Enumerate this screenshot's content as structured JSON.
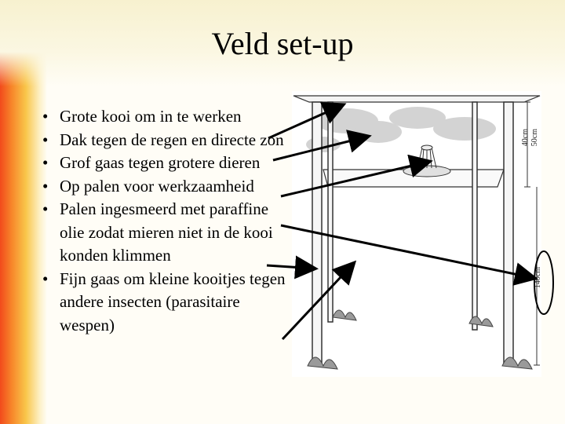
{
  "slide": {
    "title": "Veld set-up",
    "bullets": [
      "Grote kooi om in te werken",
      "Dak tegen de regen en directe zon",
      "Grof gaas tegen grotere dieren",
      "Op palen voor werkzaamheid",
      "Palen ingesmeerd met paraffine olie zodat mieren niet in de kooi konden klimmen",
      "Fijn gaas om kleine kooitjes tegen andere insecten (parasitaire wespen)"
    ]
  },
  "diagram": {
    "dims": {
      "d40": "40cm",
      "d50": "50cm",
      "d140": "140cm"
    }
  },
  "colors": {
    "highlight_oval": "#000000",
    "arrow": "#000000"
  }
}
